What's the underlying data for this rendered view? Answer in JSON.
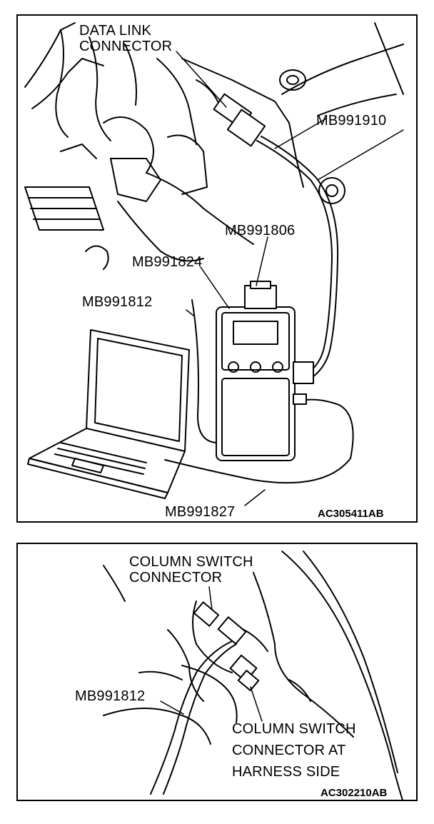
{
  "top_panel": {
    "data_link_connector_line1": "DATA LINK",
    "data_link_connector_line2": "CONNECTOR",
    "mb991910": "MB991910",
    "mb991806": "MB991806",
    "mb991824": "MB991824",
    "mb991812": "MB991812",
    "mb991827": "MB991827",
    "figure_code": "AC305411AB"
  },
  "bottom_panel": {
    "column_switch_connector_line1": "COLUMN SWITCH",
    "column_switch_connector_line2": "CONNECTOR",
    "mb991812": "MB991812",
    "harness_side_line1": "COLUMN SWITCH",
    "harness_side_line2": "CONNECTOR AT",
    "harness_side_line3": "HARNESS SIDE",
    "figure_code": "AC302210AB"
  }
}
